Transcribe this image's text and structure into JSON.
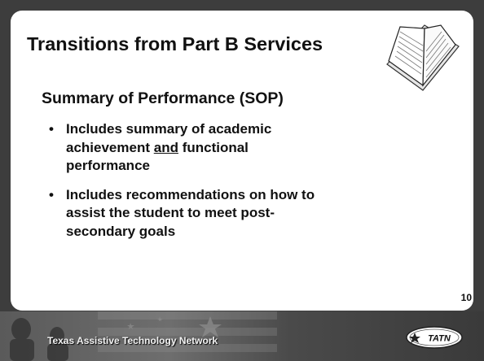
{
  "slide": {
    "title": "Transitions from Part B Services",
    "subtitle": "Summary of Performance (SOP)",
    "bullet1_part1": "Includes summary of academic achievement ",
    "bullet1_underlined": "and",
    "bullet1_part2": " functional performance",
    "bullet2": "Includes recommendations on how to assist the student to meet post-secondary goals",
    "page_number": "10"
  },
  "footer": {
    "network_name": "Texas Assistive Technology Network",
    "logo_text": "TATN"
  },
  "icons": {
    "illustration": "open-book-icon",
    "logo": "tatn-logo-icon"
  },
  "colors": {
    "background": "#3d3d3d",
    "slide": "#ffffff",
    "text": "#111111"
  }
}
